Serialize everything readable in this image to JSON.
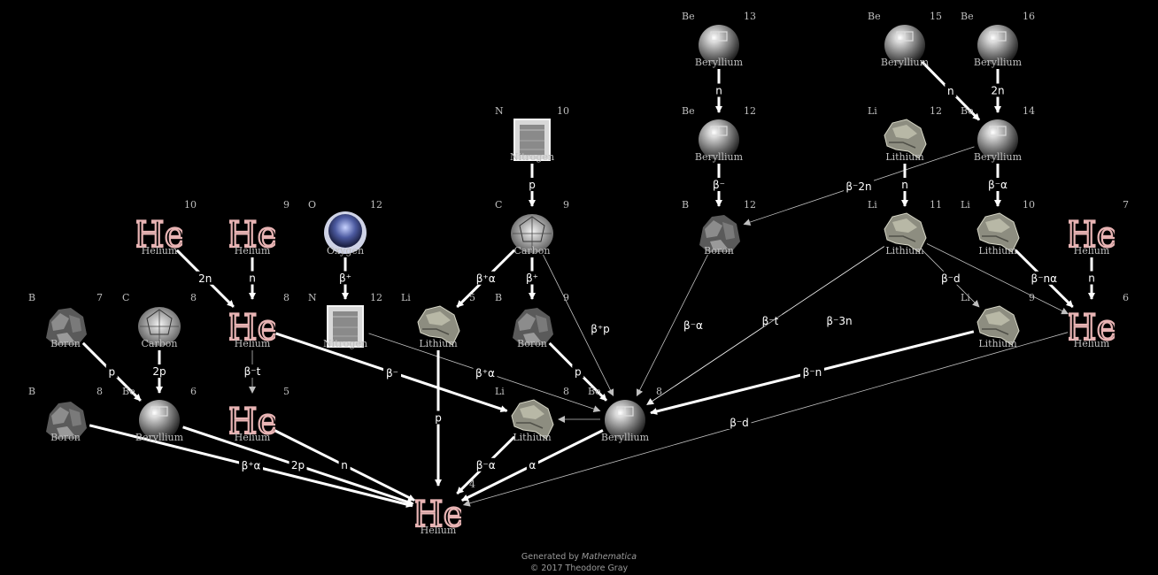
{
  "nodes": [
    {
      "id": "Be13",
      "symbol": "Be",
      "mass": "13",
      "name": "Beryllium",
      "icon": "beryllium-sphere-icon"
    },
    {
      "id": "Be15",
      "symbol": "Be",
      "mass": "15",
      "name": "Beryllium",
      "icon": "beryllium-sphere-icon"
    },
    {
      "id": "Be16",
      "symbol": "Be",
      "mass": "16",
      "name": "Beryllium",
      "icon": "beryllium-sphere-icon"
    },
    {
      "id": "N10",
      "symbol": "N",
      "mass": "10",
      "name": "Nitrogen",
      "icon": "nitrogen-jar-icon"
    },
    {
      "id": "Be12",
      "symbol": "Be",
      "mass": "12",
      "name": "Beryllium",
      "icon": "beryllium-sphere-icon"
    },
    {
      "id": "Li12",
      "symbol": "Li",
      "mass": "12",
      "name": "Lithium",
      "icon": "lithium-rock-icon"
    },
    {
      "id": "Be14",
      "symbol": "Be",
      "mass": "14",
      "name": "Beryllium",
      "icon": "beryllium-sphere-icon"
    },
    {
      "id": "He10",
      "symbol": "",
      "mass": "10",
      "name": "Helium",
      "icon": "helium-glyph-icon"
    },
    {
      "id": "He9",
      "symbol": "",
      "mass": "9",
      "name": "Helium",
      "icon": "helium-glyph-icon"
    },
    {
      "id": "O12",
      "symbol": "O",
      "mass": "12",
      "name": "Oxygen",
      "icon": "oxygen-dish-icon"
    },
    {
      "id": "C9",
      "symbol": "C",
      "mass": "9",
      "name": "Carbon",
      "icon": "carbon-diamond-icon"
    },
    {
      "id": "B12",
      "symbol": "B",
      "mass": "12",
      "name": "Boron",
      "icon": "boron-rock-icon"
    },
    {
      "id": "Li11",
      "symbol": "Li",
      "mass": "11",
      "name": "Lithium",
      "icon": "lithium-rock-icon"
    },
    {
      "id": "Li10",
      "symbol": "Li",
      "mass": "10",
      "name": "Lithium",
      "icon": "lithium-rock-icon"
    },
    {
      "id": "He7",
      "symbol": "",
      "mass": "7",
      "name": "Helium",
      "icon": "helium-glyph-icon"
    },
    {
      "id": "B7",
      "symbol": "B",
      "mass": "7",
      "name": "Boron",
      "icon": "boron-rock-icon"
    },
    {
      "id": "C8",
      "symbol": "C",
      "mass": "8",
      "name": "Carbon",
      "icon": "carbon-diamond-icon"
    },
    {
      "id": "He8",
      "symbol": "",
      "mass": "8",
      "name": "Helium",
      "icon": "helium-glyph-icon"
    },
    {
      "id": "N12",
      "symbol": "N",
      "mass": "12",
      "name": "Nitrogen",
      "icon": "nitrogen-jar-icon"
    },
    {
      "id": "Li5",
      "symbol": "Li",
      "mass": "5",
      "name": "Lithium",
      "icon": "lithium-rock-icon"
    },
    {
      "id": "B9",
      "symbol": "B",
      "mass": "9",
      "name": "Boron",
      "icon": "boron-rock-icon"
    },
    {
      "id": "Li9",
      "symbol": "Li",
      "mass": "9",
      "name": "Lithium",
      "icon": "lithium-rock-icon"
    },
    {
      "id": "He6",
      "symbol": "",
      "mass": "6",
      "name": "Helium",
      "icon": "helium-glyph-icon"
    },
    {
      "id": "B8",
      "symbol": "B",
      "mass": "8",
      "name": "Boron",
      "icon": "boron-rock-icon"
    },
    {
      "id": "Be6",
      "symbol": "Be",
      "mass": "6",
      "name": "Beryllium",
      "icon": "beryllium-sphere-icon"
    },
    {
      "id": "He5",
      "symbol": "",
      "mass": "5",
      "name": "Helium",
      "icon": "helium-glyph-icon"
    },
    {
      "id": "Li8",
      "symbol": "Li",
      "mass": "8",
      "name": "Lithium",
      "icon": "lithium-rock-icon"
    },
    {
      "id": "Be8",
      "symbol": "Be",
      "mass": "8",
      "name": "Beryllium",
      "icon": "beryllium-sphere-icon"
    },
    {
      "id": "He4",
      "symbol": "",
      "mass": "4",
      "name": "Helium",
      "icon": "helium-glyph-icon"
    }
  ],
  "edges": [
    {
      "from": "Be13",
      "to": "Be12",
      "label": "n",
      "weight": "heavy"
    },
    {
      "from": "Be15",
      "to": "Be14",
      "label": "n",
      "weight": "heavy"
    },
    {
      "from": "Be16",
      "to": "Be14",
      "label": "2n",
      "weight": "heavy"
    },
    {
      "from": "N10",
      "to": "C9",
      "label": "p",
      "weight": "heavy"
    },
    {
      "from": "Be12",
      "to": "B12",
      "label": "β⁻",
      "weight": "heavy"
    },
    {
      "from": "Be14",
      "to": "B12",
      "label": "β⁻2n",
      "weight": "light"
    },
    {
      "from": "Li12",
      "to": "Li11",
      "label": "n",
      "weight": "heavy"
    },
    {
      "from": "Be14",
      "to": "Li10",
      "label": "β⁻α",
      "weight": "heavy"
    },
    {
      "from": "He10",
      "to": "He8",
      "label": "2n",
      "weight": "heavy"
    },
    {
      "from": "He9",
      "to": "He8",
      "label": "n",
      "weight": "heavy"
    },
    {
      "from": "O12",
      "to": "N12",
      "label": "β⁺",
      "weight": "heavy"
    },
    {
      "from": "C9",
      "to": "Li5",
      "label": "β⁺α",
      "weight": "heavy"
    },
    {
      "from": "C9",
      "to": "B9",
      "label": "β⁺",
      "weight": "heavy"
    },
    {
      "from": "C9",
      "to": "Be8",
      "label": "β⁺p",
      "weight": "light"
    },
    {
      "from": "B12",
      "to": "Be8",
      "label": "β⁻α",
      "weight": "light"
    },
    {
      "from": "Li11",
      "to": "Li9",
      "label": "β⁻d",
      "weight": "light"
    },
    {
      "from": "Li11",
      "to": "He6",
      "label": "",
      "weight": "light"
    },
    {
      "from": "Li11",
      "to": "Be8",
      "label": "β⁻t",
      "weight": "light"
    },
    {
      "from": "Li11",
      "to": "Be8",
      "label": "β⁻3n",
      "weight": "light"
    },
    {
      "from": "Li10",
      "to": "He6",
      "label": "β⁻nα",
      "weight": "heavy"
    },
    {
      "from": "He7",
      "to": "He6",
      "label": "n",
      "weight": "heavy"
    },
    {
      "from": "B7",
      "to": "Be6",
      "label": "p",
      "weight": "heavy"
    },
    {
      "from": "C8",
      "to": "Be6",
      "label": "2p",
      "weight": "heavy"
    },
    {
      "from": "He8",
      "to": "He5",
      "label": "β⁻t",
      "weight": "light"
    },
    {
      "from": "He8",
      "to": "Li8",
      "label": "β⁻",
      "weight": "heavy"
    },
    {
      "from": "N12",
      "to": "Be8",
      "label": "β⁺α",
      "weight": "light"
    },
    {
      "from": "Li5",
      "to": "He4",
      "label": "p",
      "weight": "heavy"
    },
    {
      "from": "B9",
      "to": "Be8",
      "label": "p",
      "weight": "heavy"
    },
    {
      "from": "Li9",
      "to": "Be8",
      "label": "β⁻n",
      "weight": "heavy"
    },
    {
      "from": "He6",
      "to": "He4",
      "label": "β⁻d",
      "weight": "light"
    },
    {
      "from": "B8",
      "to": "He4",
      "label": "β⁺α",
      "weight": "heavy"
    },
    {
      "from": "Be6",
      "to": "He4",
      "label": "2p",
      "weight": "heavy"
    },
    {
      "from": "He5",
      "to": "He4",
      "label": "n",
      "weight": "heavy"
    },
    {
      "from": "Li8",
      "to": "He4",
      "label": "β⁻α",
      "weight": "heavy"
    },
    {
      "from": "Be8",
      "to": "He4",
      "label": "α",
      "weight": "heavy"
    },
    {
      "from": "Be8",
      "to": "Li8",
      "label": "",
      "weight": "light"
    }
  ],
  "credit": {
    "line1_prefix": "Generated by ",
    "line1_brand": "Mathematica",
    "line2": "© 2017 Theodore Gray"
  },
  "colors": {
    "background": "#000000",
    "edge": "#ffffff",
    "label_text": "#bfbfbf",
    "helium_glyph": "#e8b4b4"
  }
}
